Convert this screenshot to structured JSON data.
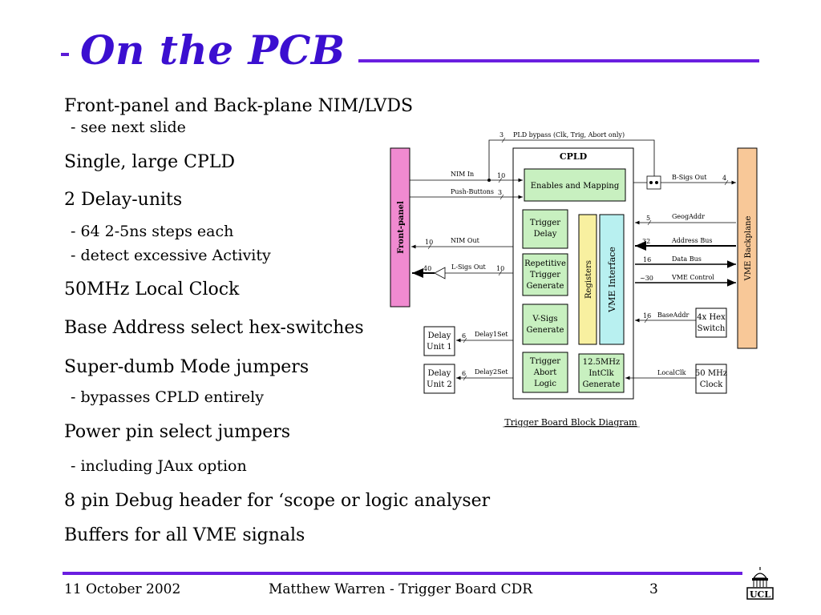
{
  "slide": {
    "title": "On the PCB",
    "bullets": [
      "Front-panel and Back-plane NIM/LVDS",
      "Single, large CPLD",
      "2 Delay-units",
      "50MHz Local Clock",
      "Base Address select hex-switches",
      "Super-dumb Mode jumpers",
      "Power pin select jumpers",
      "8 pin Debug header for ‘scope or logic analyser",
      "Buffers for all VME signals"
    ],
    "subbullets": [
      "- see next slide",
      "- 64 2-5ns steps each",
      "- detect excessive Activity",
      "- bypasses CPLD entirely",
      "- including JAux option"
    ]
  },
  "diagram": {
    "caption": "Trigger Board Block Diagram",
    "front_panel": "Front-panel",
    "vme_backplane": "VME Backplane",
    "cpld": "CPLD",
    "enables": "Enables and Mapping",
    "trigger_delay": [
      "Trigger",
      "Delay"
    ],
    "repetitive": [
      "Repetitive",
      "Trigger",
      "Generate"
    ],
    "vsigs": [
      "V-Sigs",
      "Generate"
    ],
    "trigger_abort": [
      "Trigger",
      "Abort",
      "Logic"
    ],
    "registers": "Registers",
    "vme_interface": "VME Interface",
    "intclk": [
      "12.5MHz",
      "IntClk",
      "Generate"
    ],
    "delay_unit1": [
      "Delay",
      "Unit 1"
    ],
    "delay_unit2": [
      "Delay",
      "Unit 2"
    ],
    "hex_switch": [
      "4x Hex",
      "Switch"
    ],
    "clock_50": [
      "50 MHz",
      "Clock"
    ],
    "signals": {
      "pld_bypass": "PLD bypass (Clk, Trig, Abort only)",
      "pld_bypass_n": "3",
      "nim_in": "NIM In",
      "nim_in_n": "10",
      "push_buttons": "Push-Buttons",
      "push_buttons_n": "3",
      "nim_out": "NIM Out",
      "nim_out_n": "10",
      "l_sigs_out": "L-Sigs Out",
      "l_sigs_out_n_left": "40",
      "l_sigs_out_n_right": "10",
      "b_sigs_out": "B-Sigs Out",
      "b_sigs_out_n": "4",
      "geog_addr": "GeogAddr",
      "geog_addr_n": "5",
      "address_bus": "Address Bus",
      "address_bus_n": "32",
      "data_bus": "Data Bus",
      "data_bus_n": "16",
      "vme_control": "VME Control",
      "vme_control_n": "~30",
      "base_addr": "BaseAddr",
      "base_addr_n": "16",
      "delay1set": "Delay1Set",
      "delay1set_n": "6",
      "delay2set": "Delay2Set",
      "delay2set_n": "6",
      "local_clk": "LocalClk"
    }
  },
  "footer": {
    "date": "11 October 2002",
    "center": "Matthew Warren - Trigger Board CDR",
    "page": "3",
    "logo_text": "UCL"
  },
  "colors": {
    "title": "#3b0fd0",
    "rule": "#6a1ee0",
    "front_panel_fill": "#f08ad0",
    "vme_fill": "#f8c898",
    "green_block": "#c8f0c0",
    "registers_fill": "#f8f0a0",
    "vme_interface_fill": "#b8f0f0"
  }
}
